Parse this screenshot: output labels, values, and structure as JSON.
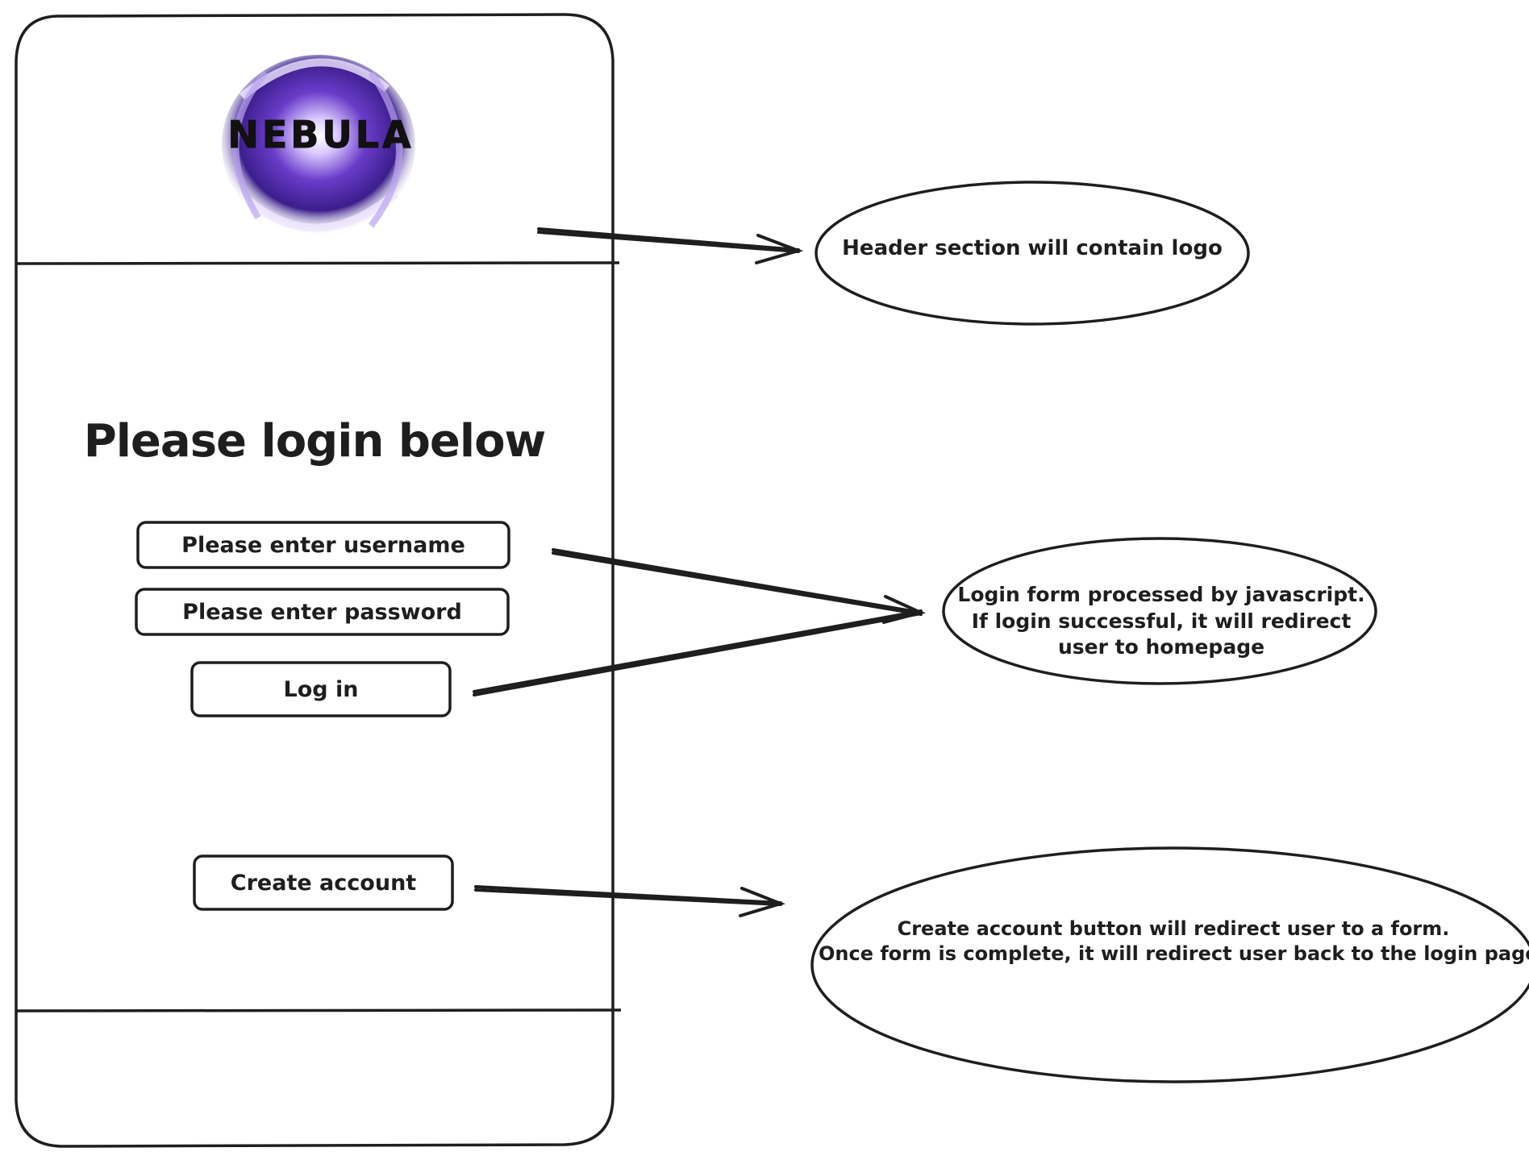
{
  "logo": {
    "text": "NEBULA",
    "colors": [
      "#6a3cc9",
      "#3b1e8c",
      "#d9c9ff",
      "#ffffff"
    ]
  },
  "login": {
    "heading": "Please login below",
    "username_placeholder": "Please enter username",
    "password_placeholder": "Please enter password",
    "login_button": "Log in",
    "create_account_button": "Create account"
  },
  "annotations": {
    "header_note": [
      "Header section will contain logo"
    ],
    "login_note": [
      "Login form processed by javascript.",
      "If login successful, it will redirect",
      "user to homepage"
    ],
    "create_note": [
      "Create account button will redirect user to a form.",
      "Once form is complete, it will redirect user back to the login page"
    ]
  },
  "colors": {
    "stroke": "#1e1e1e",
    "background": "#ffffff"
  }
}
